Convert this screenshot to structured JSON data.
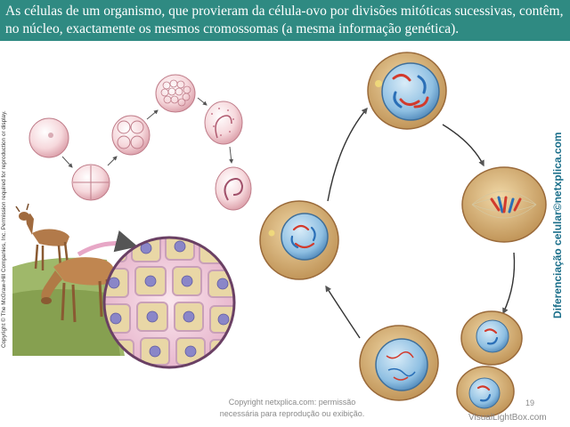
{
  "slide": {
    "title": "As células de um organismo, que provieram da célula-ovo por divisões mitóticas sucessivas, contêm, no núcleo, exactamente os mesmos cromossomas (a mesma informação genética).",
    "copyright_vertical": "Copyright © The McGraw-Hill Companies, Inc. Permission required for reproduction or display.",
    "credit_vertical": "Diferenciação celular©netxplica.com",
    "footer_line1": "Copyright netxplica.com: permissão",
    "footer_line2": "necessária para reprodução ou exibição.",
    "page_number": "19",
    "watermark": "VisualLightBox.com"
  },
  "colors": {
    "title_bar": "#2f8a82",
    "cell_cytoplasm": "#d8b37a",
    "nucleus": "#7fb3dc",
    "chromosome_red": "#d23a2c",
    "chromosome_blue": "#2a6fb7",
    "arrow": "#333333"
  }
}
